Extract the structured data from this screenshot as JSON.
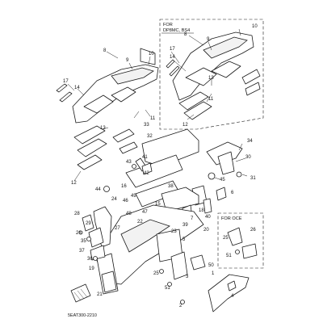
{
  "diagram": {
    "drawing_code": "5EAT300-2210",
    "insets": [
      {
        "title_line1": "FOR",
        "title_line2": "DP8MC, BS4",
        "callouts": [
          "8",
          "9",
          "10",
          "11",
          "12",
          "13",
          "14",
          "17"
        ]
      },
      {
        "title_line1": "FOR OCE",
        "title_line2": "",
        "callouts": [
          "25",
          "26",
          "51"
        ]
      }
    ],
    "main_callouts": [
      "1",
      "2",
      "3",
      "4",
      "5",
      "6",
      "7",
      "8",
      "9",
      "10",
      "11",
      "12",
      "13",
      "14",
      "15",
      "16",
      "17",
      "18",
      "19",
      "20",
      "21",
      "22",
      "23",
      "24",
      "25",
      "26",
      "27",
      "28",
      "29",
      "30",
      "31",
      "32",
      "33",
      "34",
      "35",
      "36",
      "37",
      "38",
      "39",
      "40",
      "41",
      "42",
      "43",
      "44",
      "45",
      "46",
      "47",
      "48",
      "49",
      "50",
      "51"
    ]
  }
}
